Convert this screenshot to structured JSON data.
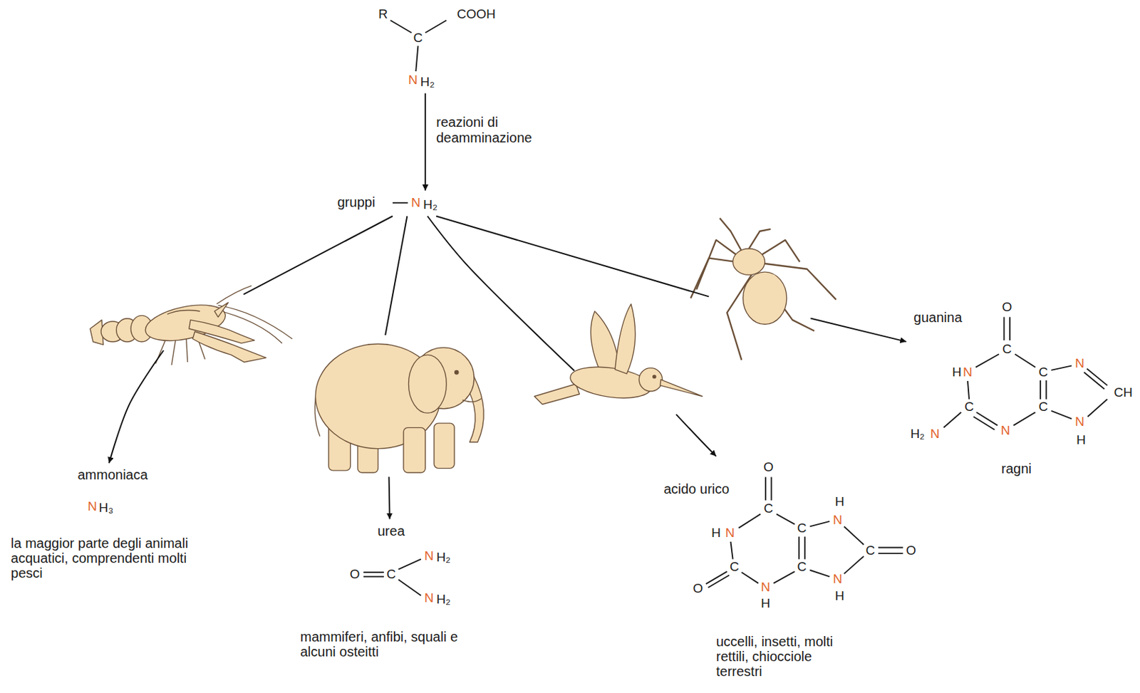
{
  "diagram": {
    "nodes": [
      {
        "text": [
          "R",
          "C",
          "COOH",
          "N",
          "H₂"
        ]
      },
      {
        "text": [
          "gruppi",
          "N",
          "H₂"
        ]
      },
      {
        "text": [
          "ammoniaca",
          "N",
          "H₃",
          "la maggior parte degli animali acquatici, comprendenti molti pesci"
        ]
      },
      {
        "text": [
          "urea",
          "O",
          "C",
          "N",
          "H₂",
          "N",
          "H₂",
          "mammiferi, anfibi, squali e alcuni osteitti"
        ]
      },
      {
        "text": [
          "acido urico",
          "O",
          "H",
          "N",
          "C",
          "H",
          "N",
          "C",
          "C",
          "O",
          "C",
          "O",
          "C",
          "N",
          "H",
          "N",
          "H",
          "uccelli, insetti, molti rettili, chiocciole terrestri"
        ]
      },
      {
        "text": [
          "guanina",
          "O",
          "H",
          "N",
          "C",
          "C",
          "N",
          "CH",
          "H₂",
          "N",
          "C",
          "N",
          "C",
          "N",
          "H",
          "ragni"
        ]
      }
    ],
    "edges": [
      {
        "from": 0,
        "to": 1,
        "arrow": "to",
        "label": "reazioni di deamminazione"
      },
      {
        "from": 1,
        "to": 2,
        "arrow": "to"
      },
      {
        "from": 1,
        "to": 3,
        "arrow": "to"
      },
      {
        "from": 1,
        "to": 4,
        "arrow": "to"
      },
      {
        "from": 1,
        "to": 5,
        "arrow": "to"
      }
    ]
  }
}
